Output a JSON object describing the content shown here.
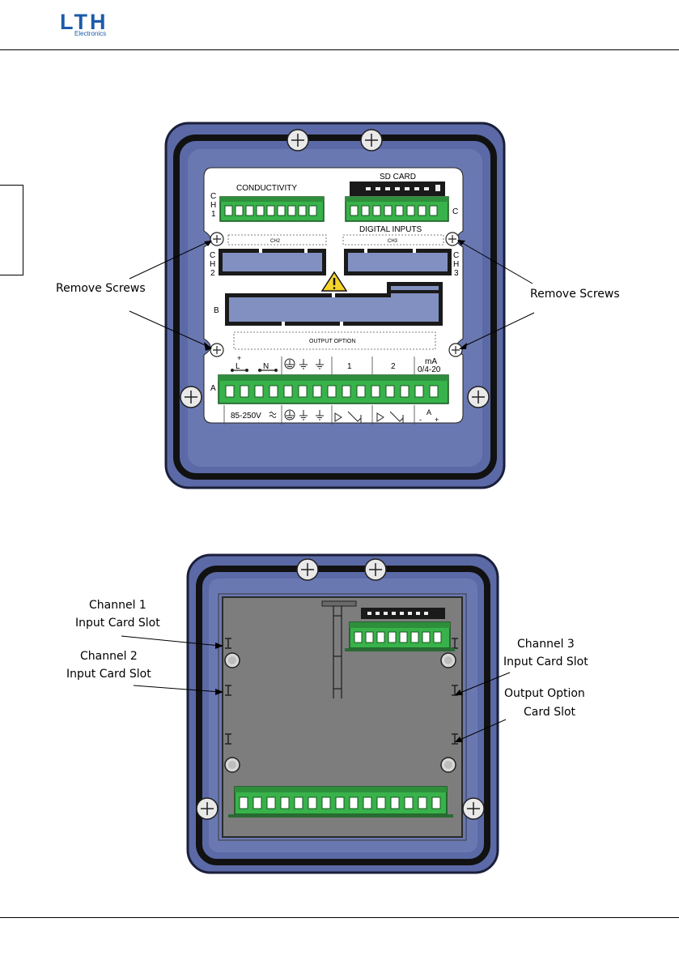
{
  "header": {
    "brand": "LTH",
    "brand_sub": "Electronics"
  },
  "colors": {
    "bezel": "#5b6aa6",
    "connector": "#38b24a",
    "slot": "#8190c0",
    "board": "#7d7d7d"
  },
  "rear_panel": {
    "labels": {
      "conductivity": "CONDUCTIVITY",
      "sd_card": "SD CARD",
      "digital_inputs": "DIGITAL INPUTS",
      "ch1": [
        "C",
        "H",
        "1"
      ],
      "ch2": [
        "C",
        "H",
        "2"
      ],
      "ch3": [
        "C",
        "H",
        "3"
      ],
      "ch2_box": "CH2",
      "ch3_box": "CH3",
      "output_option": "OUTPUT OPTION",
      "slot_a": "A",
      "slot_b": "B",
      "slot_c": "C",
      "mains_plus": "+",
      "mains_l": "L",
      "mains_n": "N",
      "relay_1": "1",
      "relay_2": "2",
      "ma_top": "mA",
      "ma_range": "0/4-20",
      "supply": "85-250V",
      "a_label": "A",
      "a_minus": "-",
      "a_plus": "+"
    },
    "callouts": {
      "remove_left": "Remove Screws",
      "remove_right": "Remove Screws"
    }
  },
  "inner_panel": {
    "callouts": {
      "ch1_line1": "Channel 1",
      "ch1_line2": "Input Card Slot",
      "ch2_line1": "Channel 2",
      "ch2_line2": "Input Card Slot",
      "ch3_line1": "Channel 3",
      "ch3_line2": "Input Card Slot",
      "out_line1": "Output Option",
      "out_line2": "Card Slot"
    }
  }
}
